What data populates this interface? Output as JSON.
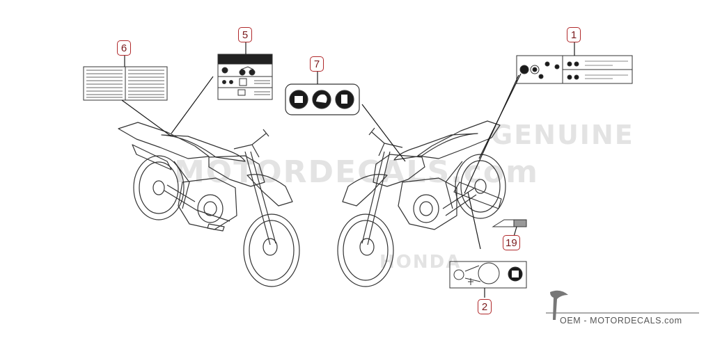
{
  "callouts": [
    {
      "id": "1",
      "label": "1"
    },
    {
      "id": "2",
      "label": "2"
    },
    {
      "id": "5",
      "label": "5"
    },
    {
      "id": "6",
      "label": "6"
    },
    {
      "id": "7",
      "label": "7"
    },
    {
      "id": "19",
      "label": "19"
    }
  ],
  "watermark": {
    "line1": "GENUINE",
    "line2": "MOTORDECALS.com",
    "line3": "HONDA"
  },
  "footer": {
    "brand": "OEM - MOTORDECALS.com"
  },
  "colors": {
    "callout_border": "#b0282a",
    "callout_text": "#7a1a1c",
    "line_art": "#333333",
    "watermark": "#e3e3e3"
  }
}
